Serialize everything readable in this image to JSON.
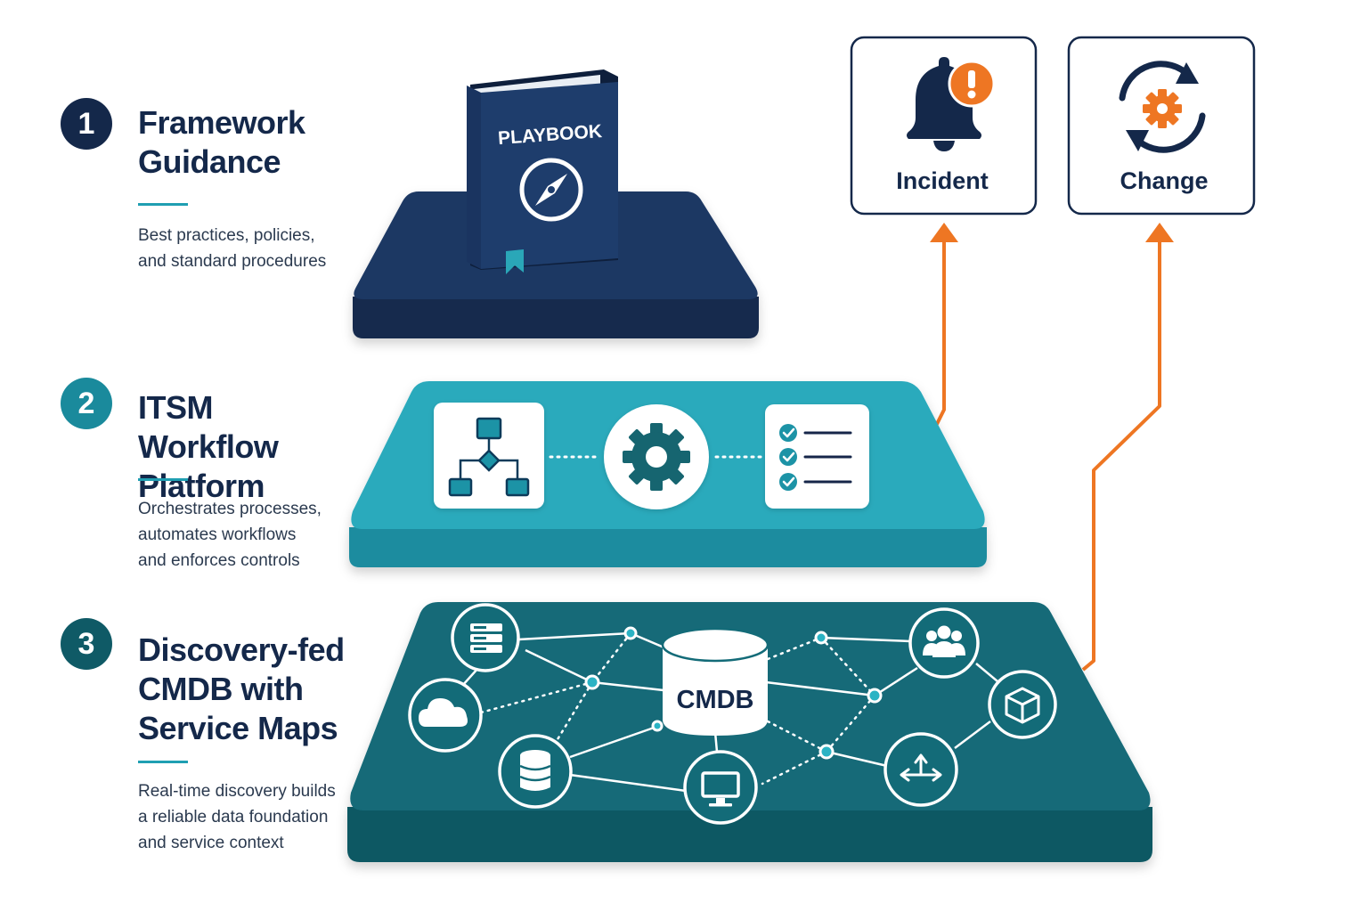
{
  "layers": [
    {
      "number": "1",
      "title_lines": [
        "Framework",
        "Guidance"
      ],
      "description_lines": [
        "Best practices, policies,",
        "and standard procedures"
      ],
      "badge_color": "#14284a"
    },
    {
      "number": "2",
      "title_lines": [
        "ITSM Workflow",
        "Platform"
      ],
      "description_lines": [
        "Orchestrates processes,",
        "automates workflows",
        "and enforces controls"
      ],
      "badge_color": "#1a8a9c"
    },
    {
      "number": "3",
      "title_lines": [
        "Discovery-fed",
        "CMDB with",
        "Service Maps"
      ],
      "description_lines": [
        "Real-time discovery builds",
        "a reliable data foundation",
        "and service context"
      ],
      "badge_color": "#0f5a66"
    }
  ],
  "book": {
    "label": "PLAYBOOK",
    "icon": "compass-icon"
  },
  "platform_icons": [
    "flowchart-icon",
    "gear-icon",
    "checklist-icon"
  ],
  "cmdb": {
    "label": "CMDB",
    "nodes": [
      "server-stack-icon",
      "cloud-icon",
      "database-icon",
      "monitor-icon",
      "users-group-icon",
      "cube-icon",
      "network-arrows-icon"
    ]
  },
  "outputs": [
    {
      "label": "Incident",
      "icon": "alarm-bell-icon"
    },
    {
      "label": "Change",
      "icon": "change-cycle-icon"
    }
  ],
  "colors": {
    "navy": "#14284a",
    "teal": "#25a3b5",
    "dark_teal": "#0f5a66",
    "orange": "#ee7623"
  }
}
